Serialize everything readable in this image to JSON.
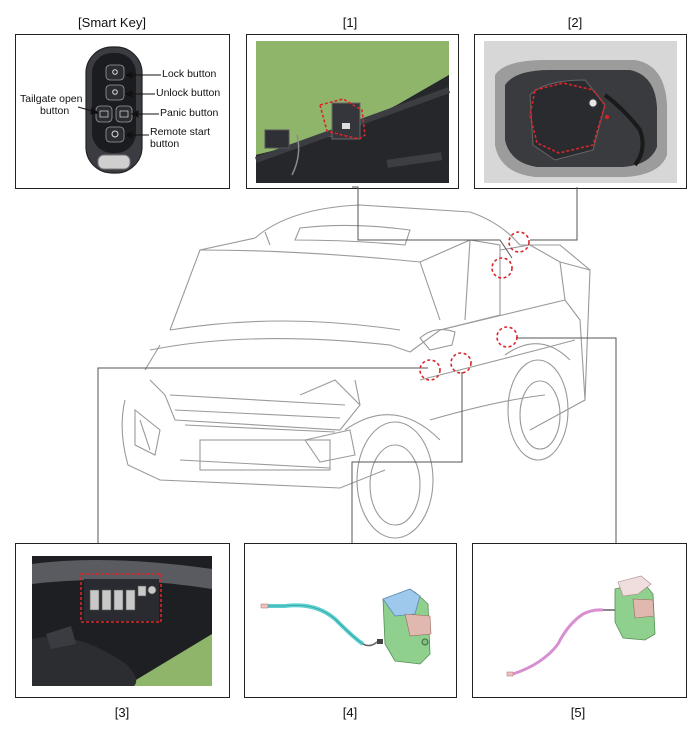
{
  "labels": {
    "smart_key": "[Smart Key]",
    "p1": "[1]",
    "p2": "[2]",
    "p3": "[3]",
    "p4": "[4]",
    "p5": "[5]"
  },
  "smart_key": {
    "lock": "Lock button",
    "unlock": "Unlock button",
    "panic": "Panic button",
    "remote_start_1": "Remote start",
    "remote_start_2": "button",
    "tailgate_1": "Tailgate open",
    "tailgate_2": "button"
  },
  "colors": {
    "callout": "#d9262a",
    "leader": "#555555",
    "car_line": "#9a9a9a",
    "photo_green": "#8fb56a",
    "photo_dark": "#1e1f22",
    "cable_cyan": "#5ad0d0",
    "cable_pink": "#d78fd2",
    "latch_green": "#8fd08f"
  }
}
